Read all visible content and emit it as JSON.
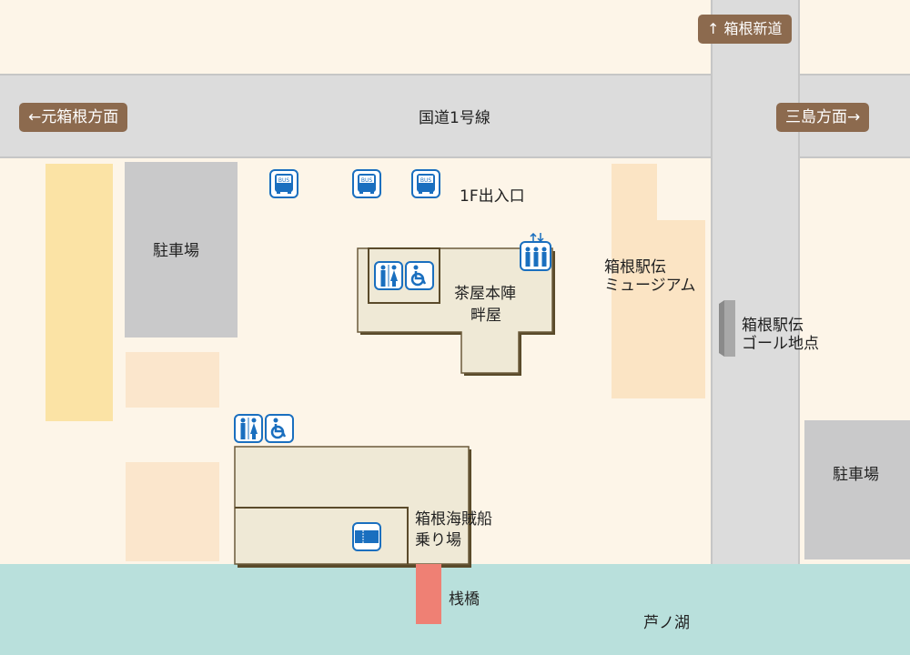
{
  "signs": {
    "hakone_shindo": "↑ 箱根新道",
    "motohakone": "←元箱根方面",
    "mishima": "三島方面→"
  },
  "labels": {
    "route1": "国道1号線",
    "entrance": "1F出入口",
    "parking_left": "駐車場",
    "parking_right": "駐車場",
    "chaya_line1": "茶屋本陣",
    "chaya_line2": "畔屋",
    "museum_line1": "箱根駅伝",
    "museum_line2": "ミュージアム",
    "goal_line1": "箱根駅伝",
    "goal_line2": "ゴール地点",
    "pirate_line1": "箱根海賊船",
    "pirate_line2": "乗り場",
    "pier": "桟橋",
    "lake": "芦ノ湖"
  },
  "icon_text": {
    "bus": "BUS"
  },
  "colors": {
    "background": "#fdf5e8",
    "road": "#dcdcdc",
    "parking": "#c9c9ca",
    "water": "#b9e0dc",
    "pier": "#ef8074",
    "building": "#efe9d6",
    "sign": "#8c6a4e",
    "icon": "#1a6fbf"
  }
}
